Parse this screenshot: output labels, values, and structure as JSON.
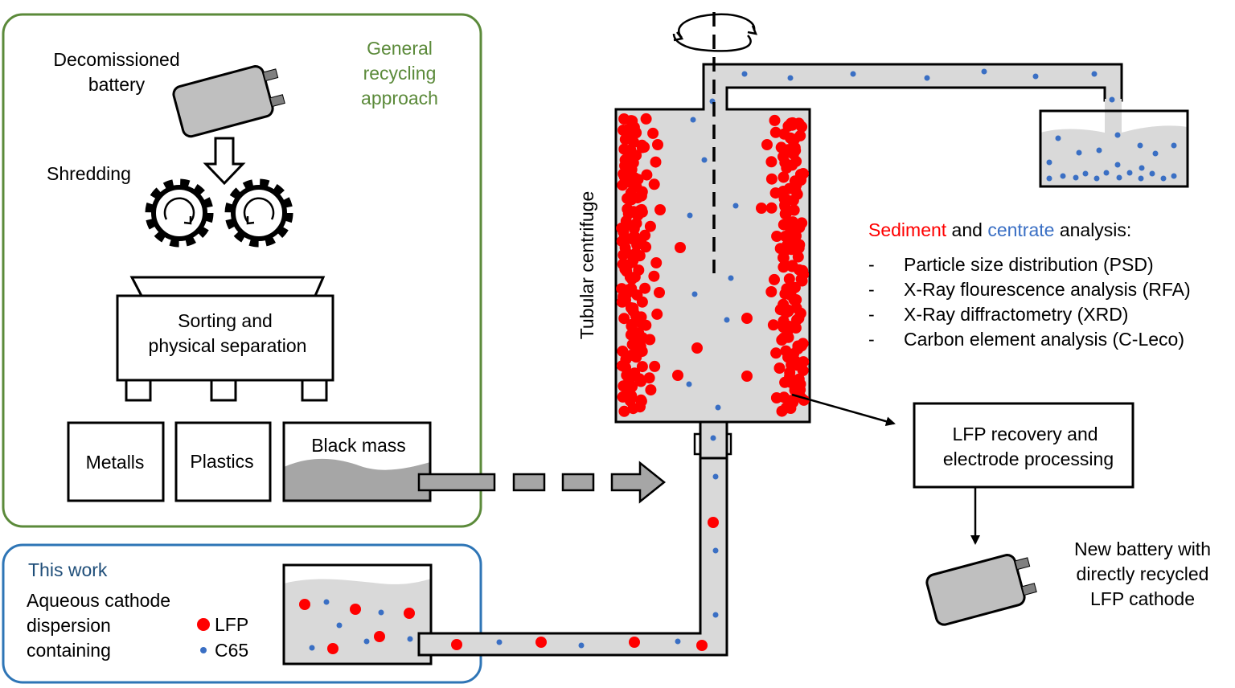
{
  "general_panel": {
    "title_lines": [
      "General",
      "recycling",
      "approach"
    ],
    "battery_label_lines": [
      "Decomissioned",
      "battery"
    ],
    "shredding_label": "Shredding",
    "sorting_label_lines": [
      "Sorting and",
      "physical separation"
    ],
    "bins": {
      "metals": "Metalls",
      "plastics": "Plastics",
      "black_mass": "Black mass"
    }
  },
  "this_work_panel": {
    "title": "This work",
    "description_lines": [
      "Aqueous cathode",
      "dispersion",
      "containing"
    ],
    "legend": [
      {
        "label": "LFP",
        "color": "#ff0000"
      },
      {
        "label": "C65",
        "color": "#3a6fc4"
      }
    ]
  },
  "centrifuge": {
    "label": "Tubular centrifuge"
  },
  "analysis": {
    "heading_parts": [
      "Sediment",
      " and ",
      "centrate",
      " analysis:"
    ],
    "bullet": "-",
    "items": [
      "Particle size distribution (PSD)",
      "X-Ray flourescence analysis (RFA)",
      "X-Ray diffractometry (XRD)",
      "Carbon element analysis (C-Leco)"
    ]
  },
  "lfp_recovery_lines": [
    "LFP recovery and",
    "electrode processing"
  ],
  "new_battery_lines": [
    "New battery with",
    "directly recycled",
    "LFP cathode"
  ],
  "colors": {
    "general_border": "#5b8a3a",
    "this_work_border": "#2e75b6",
    "this_work_title": "#1f4e79",
    "sediment": "#ff0000",
    "centrate": "#3a6fc4",
    "lfp_particle": "#ff0000",
    "c65_particle": "#3a6fc4",
    "fluid": "#d9d9d9",
    "black_mass": "#a6a6a6",
    "device_gray": "#bfbfbf"
  }
}
